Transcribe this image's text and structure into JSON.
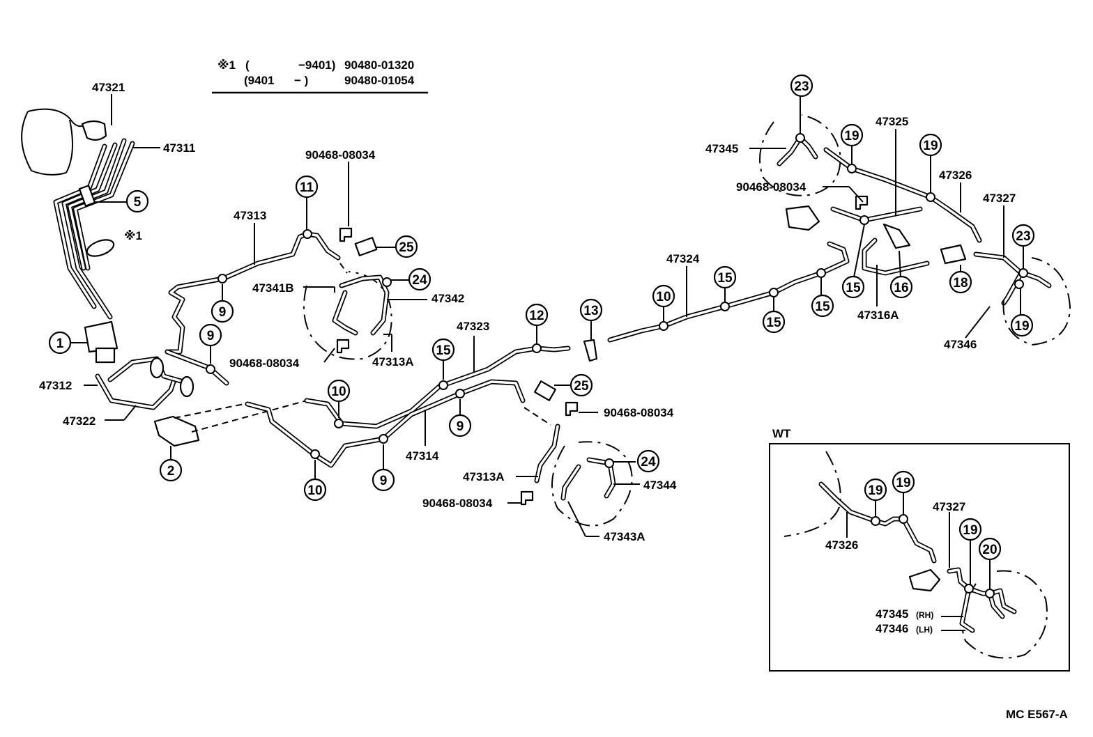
{
  "note": {
    "marker": "※1",
    "row1": {
      "range_open": "(",
      "range_close": "−9401)",
      "part_no": "90480-01320"
    },
    "row2": {
      "range_open": "(9401",
      "range_close": "−      )",
      "part_no": "90480-01054"
    }
  },
  "labels": {
    "p47321": "47321",
    "p47311": "47311",
    "p47312": "47312",
    "p47322": "47322",
    "p47313": "47313",
    "p47341B": "47341B",
    "p47342": "47342",
    "p47313A_top": "47313A",
    "p47323": "47323",
    "p47324": "47324",
    "p47314": "47314",
    "p47313A_bot": "47313A",
    "p47344": "47344",
    "p47343A": "47343A",
    "p47345": "47345",
    "p47325": "47325",
    "p47326": "47326",
    "p47327": "47327",
    "p47316A": "47316A",
    "p47346": "47346",
    "clip_a": "90468-08034",
    "clip_b": "90468-08034",
    "clip_c": "90468-08034",
    "clip_d": "90468-08034",
    "clip_e": "90468-08034",
    "star_ref": "※1"
  },
  "callouts": {
    "c1": "1",
    "c2": "2",
    "c5": "5",
    "c9a": "9",
    "c9b": "9",
    "c9c": "9",
    "c9d": "9",
    "c10a": "10",
    "c10b": "10",
    "c10c": "10",
    "c11": "11",
    "c12": "12",
    "c13": "13",
    "c15a": "15",
    "c15b": "15",
    "c15c": "15",
    "c15d": "15",
    "c15e": "15",
    "c16": "16",
    "c18": "18",
    "c19a": "19",
    "c19b": "19",
    "c19c": "19",
    "c23a": "23",
    "c23b": "23",
    "c24a": "24",
    "c24b": "24",
    "c25a": "25",
    "c25b": "25"
  },
  "inset": {
    "title": "WT",
    "p47326": "47326",
    "p47327": "47327",
    "p47345": "47345",
    "p47345_suffix": "(RH)",
    "p47346": "47346",
    "p47346_suffix": "(LH)",
    "c19a": "19",
    "c19b": "19",
    "c19c": "19",
    "c20": "20"
  },
  "figure_code": "MC E567-A"
}
